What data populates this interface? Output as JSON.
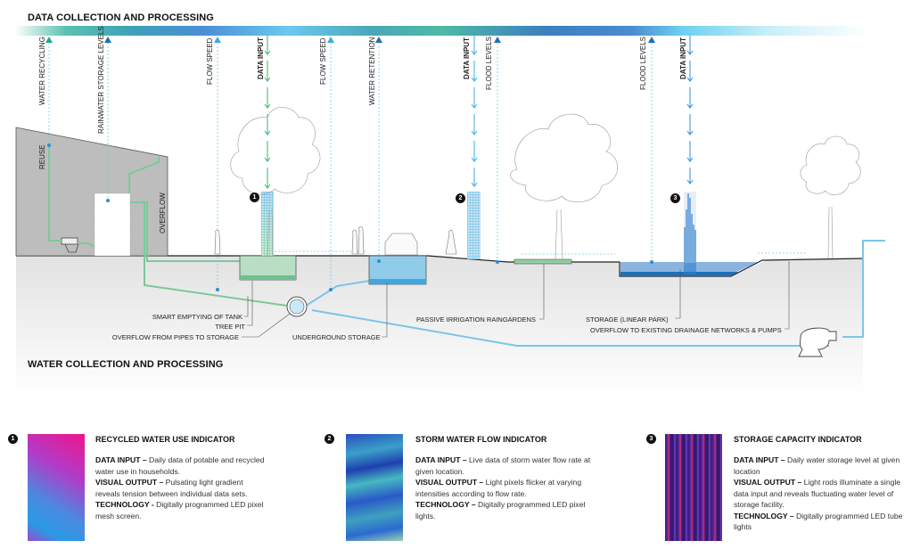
{
  "header": {
    "title": "DATA COLLECTION AND PROCESSING"
  },
  "footer_section": {
    "title": "WATER COLLECTION AND PROCESSING"
  },
  "sensor_labels": [
    {
      "text": "WATER RECYCLING",
      "type": "output",
      "color": "#1aa88a"
    },
    {
      "text": "RAINWATER STORAGE LEVELS",
      "type": "output",
      "color": "#1f6fb5"
    },
    {
      "text": "FLOW SPEED",
      "type": "output",
      "color": "#3aaee0"
    },
    {
      "text": "DATA INPUT",
      "type": "input",
      "color": "#3bb56e"
    },
    {
      "text": "FLOW SPEED",
      "type": "output",
      "color": "#3aaee0"
    },
    {
      "text": "WATER RETENTION",
      "type": "output",
      "color": "#1f6fb5"
    },
    {
      "text": "DATA INPUT",
      "type": "input",
      "color": "#3aaee0"
    },
    {
      "text": "FLOOD LEVELS",
      "type": "output",
      "color": "#1f6fb5"
    },
    {
      "text": "FLOOD LEVELS",
      "type": "output",
      "color": "#1f6fb5"
    },
    {
      "text": "DATA INPUT",
      "type": "input",
      "color": "#2d8fd6"
    }
  ],
  "section_labels": {
    "reuse": "REUSE",
    "overflow": "OVERFLOW"
  },
  "callouts": {
    "smart_emptying": "SMART EMPTYING OF TANK",
    "tree_pit": "TREE PIT",
    "overflow_pipes": "OVERFLOW FROM PIPES TO STORAGE",
    "underground_storage": "UNDERGROUND STORAGE",
    "raingardens": "PASSIVE IRRIGATION RAINGARDENS",
    "storage_park": "STORAGE (LINEAR PARK)",
    "overflow_drainage": "OVERFLOW TO EXISTING DRAINAGE NETWORKS & PUMPS"
  },
  "markers": [
    "1",
    "2",
    "3"
  ],
  "legend": [
    {
      "number": "1",
      "title": "RECYCLED WATER USE INDICATOR",
      "data_input_label": "DATA INPUT –",
      "data_input": "Daily data of potable and recycled water use in households.",
      "visual_output_label": "VISUAL OUTPUT –",
      "visual_output": "Pulsating light gradient reveals tension between individual data sets.",
      "technology_label": "TECHNOLOGY -",
      "technology": "Digitally programmed LED pixel mesh screen."
    },
    {
      "number": "2",
      "title": "STORM WATER FLOW INDICATOR",
      "data_input_label": "DATA INPUT –",
      "data_input": "Live data of storm water flow rate at given location.",
      "visual_output_label": "VISUAL OUTPUT –",
      "visual_output": "Light pixels flicker at varying intensities according to flow rate.",
      "technology_label": "TECHNOLOGY –",
      "technology": "Digitally programmed LED pixel lights."
    },
    {
      "number": "3",
      "title": "STORAGE CAPACITY INDICATOR",
      "data_input_label": "DATA INPUT –",
      "data_input": "Daily water storage level at given location",
      "visual_output_label": "VISUAL OUTPUT –",
      "visual_output": "Light rods illuminate a single data input and reveals fluctuating water level of storage facility.",
      "technology_label": "TECHNOLOGY –",
      "technology": "Digitally programmed LED tube lights"
    }
  ],
  "colors": {
    "recycled_green": "#7cc99a",
    "storm_blue": "#5fb8e6",
    "storage_blue": "#1f6fb5",
    "ground": "#e6e6e6",
    "building": "#bdbdbd"
  }
}
